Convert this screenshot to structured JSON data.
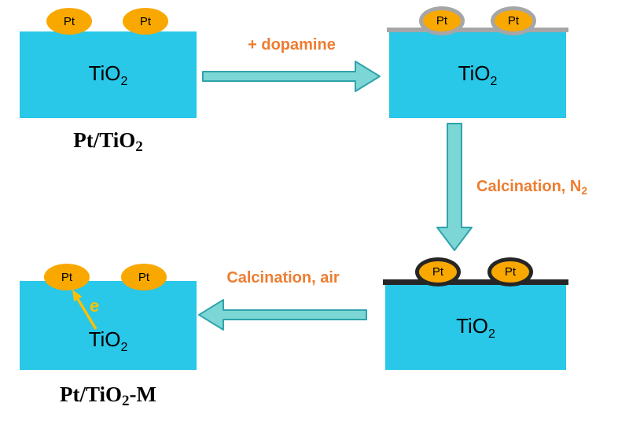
{
  "colors": {
    "tio2_slab": "#29C7E8",
    "pt_particle": "#F9A800",
    "arrow_fill": "#7CD6D6",
    "arrow_stroke": "#2FA3AB",
    "process_label": "#ED7D31",
    "gray_coating": "#A6A6A6",
    "black_coating": "#262626",
    "electron": "#FFC000"
  },
  "steps": {
    "pt_tio2": {
      "material": "TiO",
      "material_sub": "2",
      "particle_left": "Pt",
      "particle_right": "Pt",
      "caption_base": "Pt/TiO",
      "caption_sub": "2"
    },
    "dopamine_coated": {
      "material": "TiO",
      "material_sub": "2",
      "particle_left": "Pt",
      "particle_right": "Pt"
    },
    "calcined_n2": {
      "material": "TiO",
      "material_sub": "2",
      "particle_left": "Pt",
      "particle_right": "Pt"
    },
    "pt_tio2_m": {
      "material": "TiO",
      "material_sub": "2",
      "particle_left": "Pt",
      "particle_right": "Pt",
      "caption_base": "Pt/TiO",
      "caption_sub": "2",
      "caption_suffix": "-M",
      "electron_label": "e"
    }
  },
  "arrows": {
    "dopamine": {
      "label": "+ dopamine",
      "icon": "block-arrow-right"
    },
    "calcination_n2": {
      "label_base": "Calcination, N",
      "label_sub": "2",
      "icon": "block-arrow-down"
    },
    "calcination_air": {
      "label": "Calcination, air",
      "icon": "block-arrow-left"
    },
    "electron_transfer": {
      "icon": "electron-arrow-up-left"
    }
  }
}
